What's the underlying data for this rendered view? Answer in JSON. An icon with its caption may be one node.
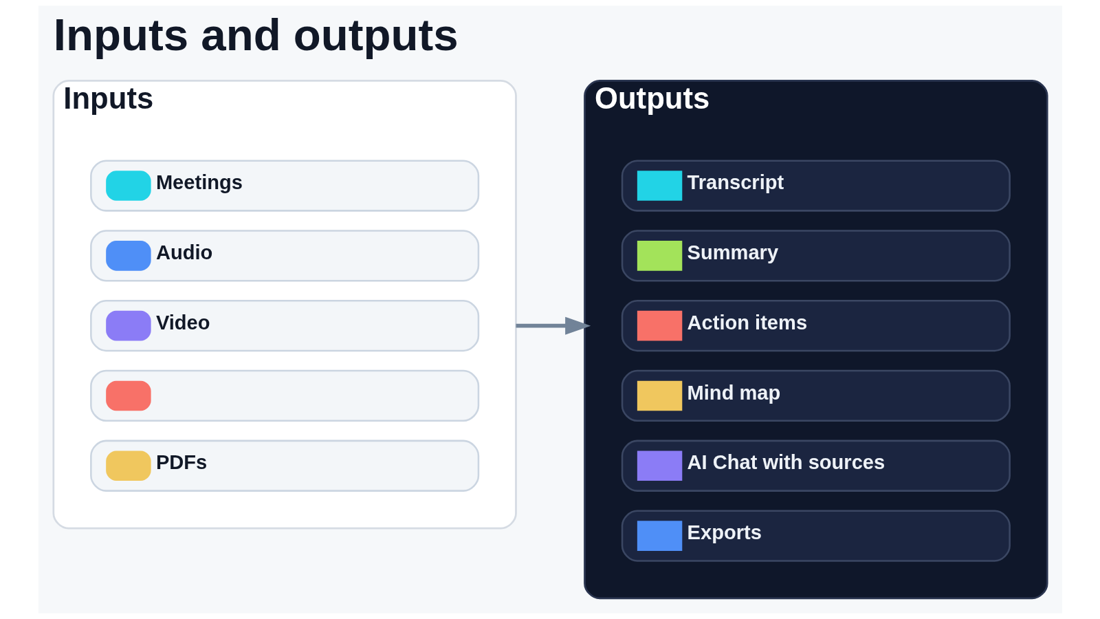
{
  "diagram": {
    "title": "Inputs and outputs",
    "nodes": [
      {
        "text": [
          "Inputs"
        ]
      },
      {
        "text": [
          "Meetings"
        ],
        "in": 0
      },
      {
        "text": [
          "Audio"
        ],
        "in": 0
      },
      {
        "text": [
          "Video"
        ],
        "in": 0
      },
      {
        "text": [],
        "shape": "box",
        "in": 0
      },
      {
        "text": [
          "PDFs"
        ],
        "in": 0
      },
      {
        "text": [
          "Outputs"
        ]
      },
      {
        "text": [
          "Transcript"
        ],
        "in": 6
      },
      {
        "text": [
          "Summary"
        ],
        "in": 6
      },
      {
        "text": [
          "Action items"
        ],
        "in": 6
      },
      {
        "text": [
          "Mind map"
        ],
        "in": 6
      },
      {
        "text": [
          "AI Chat with sources"
        ],
        "in": 6
      },
      {
        "text": [
          "Exports"
        ],
        "in": 6
      }
    ],
    "edges": [
      {
        "from": 0,
        "to": 6,
        "arrow": "to"
      }
    ]
  }
}
